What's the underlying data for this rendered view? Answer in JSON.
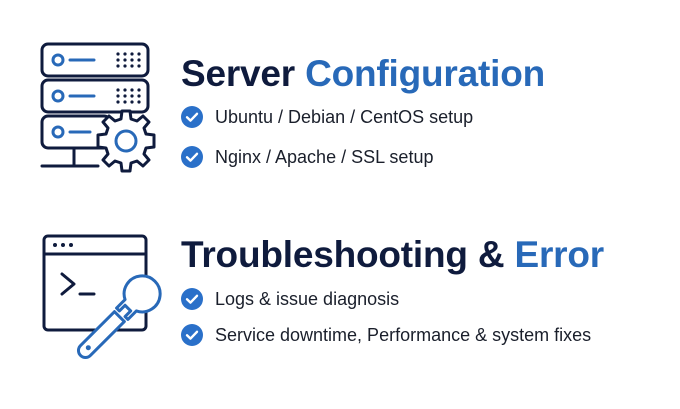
{
  "sections": [
    {
      "title_main": "Server ",
      "title_accent": "Configuration",
      "items": [
        {
          "text": "Ubuntu / Debian / CentOS setup"
        },
        {
          "text": "Nginx / Apache / SSL setup"
        }
      ]
    },
    {
      "title_main": "Troubleshooting & ",
      "title_accent": "Error",
      "items": [
        {
          "text": "Logs & issue diagnosis"
        },
        {
          "text": "Service downtime, Performance & system fixes"
        }
      ]
    }
  ],
  "colors": {
    "navy": "#0f1b3d",
    "accent": "#2869b8",
    "check": "#2a70c9",
    "text": "#1a1f2b"
  },
  "icons": {
    "section1": "server-gear-icon",
    "section2": "terminal-wrench-icon",
    "bullet": "check-circle-icon"
  }
}
